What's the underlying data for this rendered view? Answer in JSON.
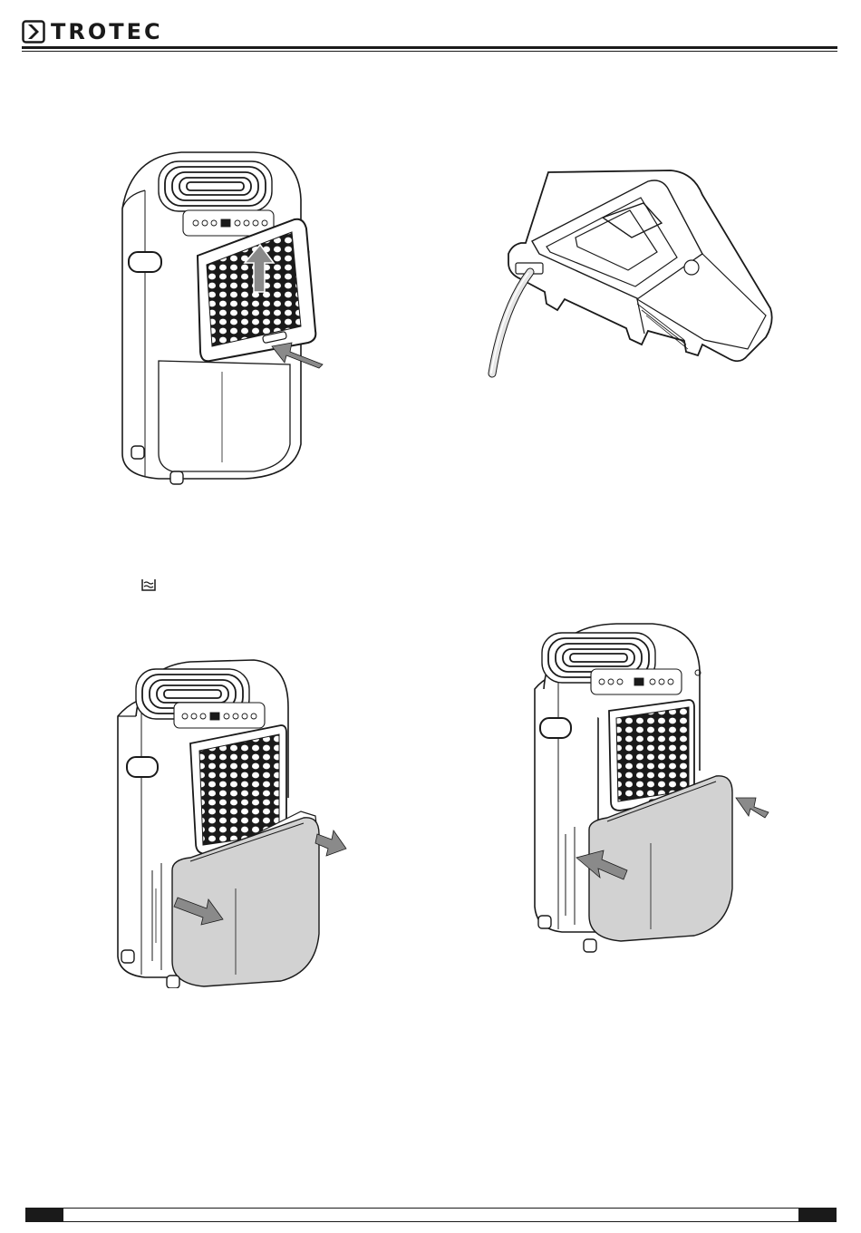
{
  "header": {
    "brand": "TROTEC"
  },
  "icons": {
    "logo": "trotec-chevron-logo-icon",
    "tank_full": "water-tank-full-icon"
  },
  "figures": [
    {
      "name": "filter-removal",
      "arrows": 2
    },
    {
      "name": "tank-drain-hose",
      "arrows": 0
    },
    {
      "name": "tank-removal",
      "arrows": 2
    },
    {
      "name": "tank-insertion",
      "arrows": 2
    }
  ],
  "colors": {
    "ink": "#1a1a1a",
    "arrow": "#8a8a8a",
    "tank_fill": "#d2d2d2"
  }
}
